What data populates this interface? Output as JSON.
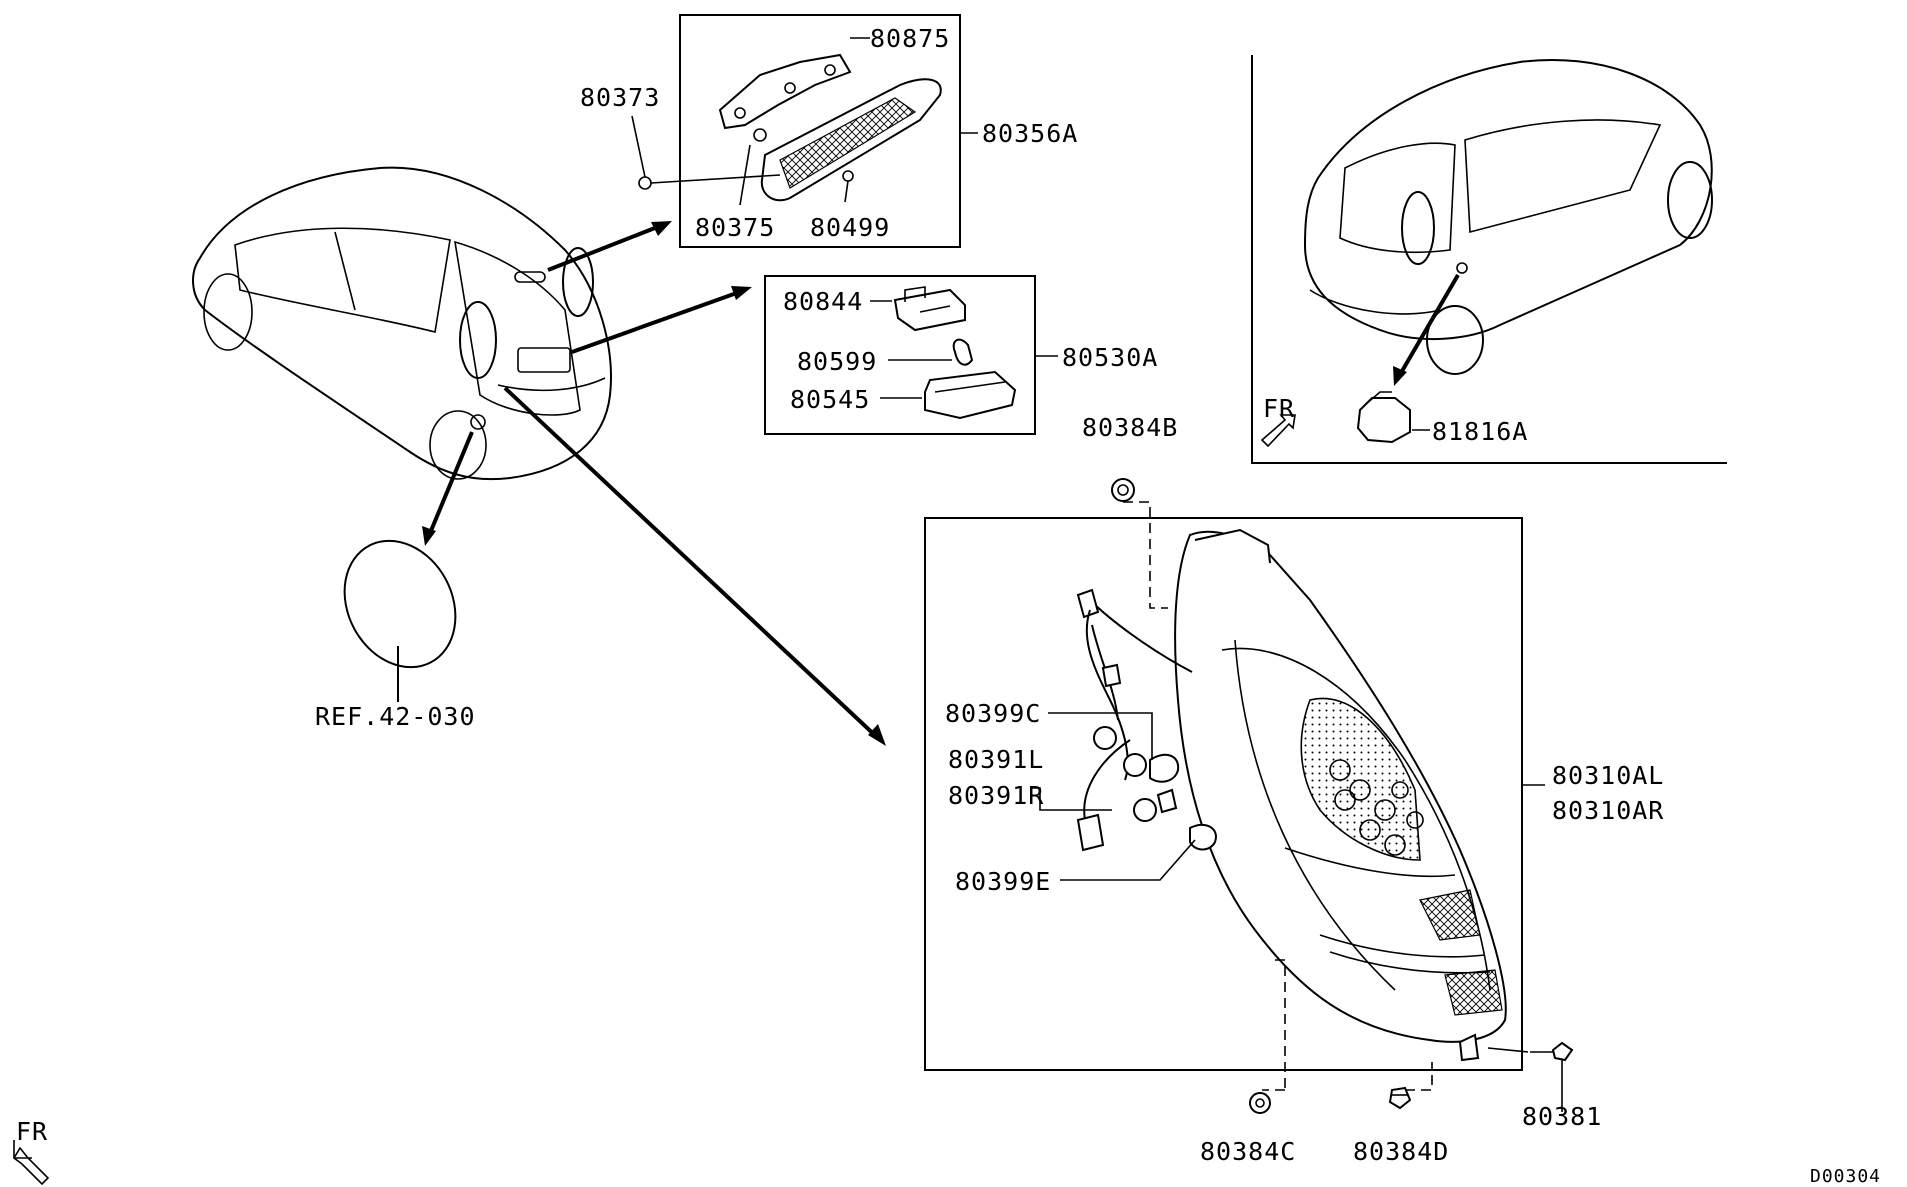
{
  "diagram_code": "D00304",
  "labels": {
    "p80875": "80875",
    "p80373": "80373",
    "p80356A": "80356A",
    "p80375": "80375",
    "p80499": "80499",
    "p80844": "80844",
    "p80599": "80599",
    "p80530A": "80530A",
    "p80545": "80545",
    "p80384B": "80384B",
    "p81816A": "81816A",
    "ref": "REF.42-030",
    "p80399C": "80399C",
    "p80391L": "80391L",
    "p80391R": "80391R",
    "p80399E": "80399E",
    "p80310AL": "80310AL",
    "p80310AR": "80310AR",
    "p80381": "80381",
    "p80384C": "80384C",
    "p80384D": "80384D"
  },
  "orientation": {
    "inset": "FR",
    "main": "FR"
  }
}
